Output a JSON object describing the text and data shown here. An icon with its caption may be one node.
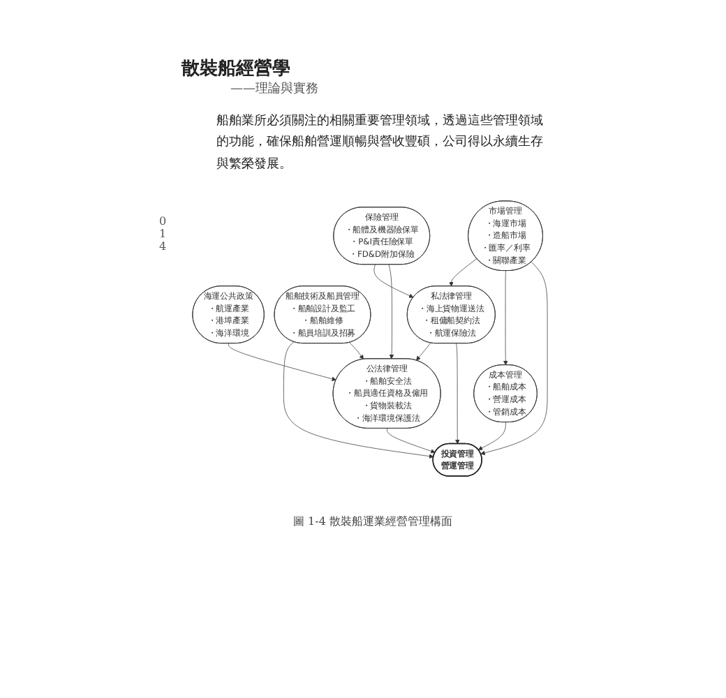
{
  "diagram": {
    "title": "散裝船經營學",
    "caption": "圖 1-4 散裝船運業經營管理構面",
    "nodes": [
      {
        "text": [
          "投資管理",
          "營運管理"
        ]
      },
      {
        "text": [
          "市場管理",
          "・海運市場",
          "・造船市場",
          "・匯率／利率",
          "・關聯產業"
        ]
      },
      {
        "text": [
          "成本管理",
          "・船舶成本",
          "・營運成本",
          "・管銷成本"
        ]
      },
      {
        "text": [
          "私法律管理",
          "・海上貨物運送法",
          "・租傭船契約法",
          "・航運保險法"
        ]
      },
      {
        "text": [
          "船舶技術及船員管理",
          "・船舶設計及監工",
          "・船舶維修",
          "・船員培訓及招募"
        ]
      },
      {
        "text": [
          "公法律管理",
          "・船舶安全法",
          "・船員適任資格及僱用",
          "・貨物裝載法",
          "・海洋環境保護法"
        ]
      },
      {
        "text": [
          "保險管理",
          "・船體及機器險保單",
          "・P&I責任險保單",
          "・FD&D附加保險"
        ]
      },
      {
        "text": [
          "海運公共政策",
          "・航運產業",
          "・港埠產業",
          "・海洋環境"
        ]
      }
    ],
    "edges": [
      {
        "from": 1,
        "to": 0,
        "arrow": "to"
      },
      {
        "from": 2,
        "to": 0,
        "arrow": "to"
      },
      {
        "from": 3,
        "to": 0,
        "arrow": "to"
      },
      {
        "from": 5,
        "to": 0,
        "arrow": "to"
      },
      {
        "from": 4,
        "to": 5,
        "arrow": "to"
      },
      {
        "from": 6,
        "to": 5,
        "arrow": "to"
      },
      {
        "from": 7,
        "to": 5,
        "arrow": "to"
      },
      {
        "from": 6,
        "to": 3,
        "arrow": "to"
      },
      {
        "from": 1,
        "to": 2,
        "arrow": "to"
      },
      {
        "from": 1,
        "to": 3,
        "arrow": "to"
      },
      {
        "from": 3,
        "to": 5,
        "arrow": "to"
      },
      {
        "from": 4,
        "to": 0,
        "arrow": "to"
      }
    ],
    "labels": [
      "——理論與實務",
      "船舶業所必須關注的相關重要管理領域，透過這些管理領域的功能，確保船舶營運順暢與營收豐碩，公司得以永續生存與繁榮發展。",
      "014"
    ]
  }
}
